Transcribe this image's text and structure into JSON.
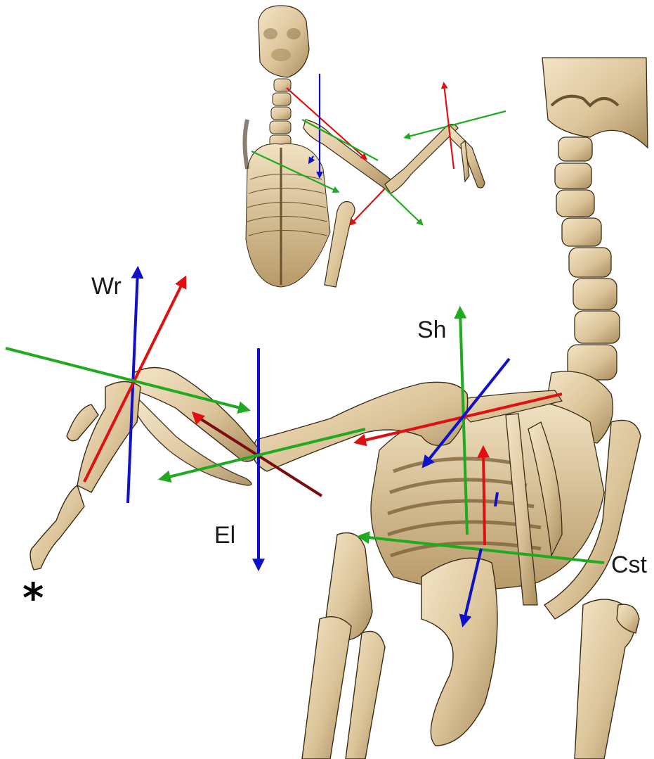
{
  "labels": {
    "wrist": "Wr",
    "elbow": "El",
    "shoulder": "Sh",
    "coordinate_system_torso": "Cst",
    "wingtip_marker": "*"
  },
  "colors": {
    "bone_fill": "#dcc49a",
    "bone_light": "#efe0c0",
    "bone_shadow": "#9c8154",
    "bone_outline": "#3b2c16",
    "axis_red": "#e01010",
    "axis_green": "#1faa1f",
    "axis_blue": "#1010c8",
    "axis_dark_red": "#7a0d0d"
  },
  "inset": {
    "description_visible": false
  }
}
